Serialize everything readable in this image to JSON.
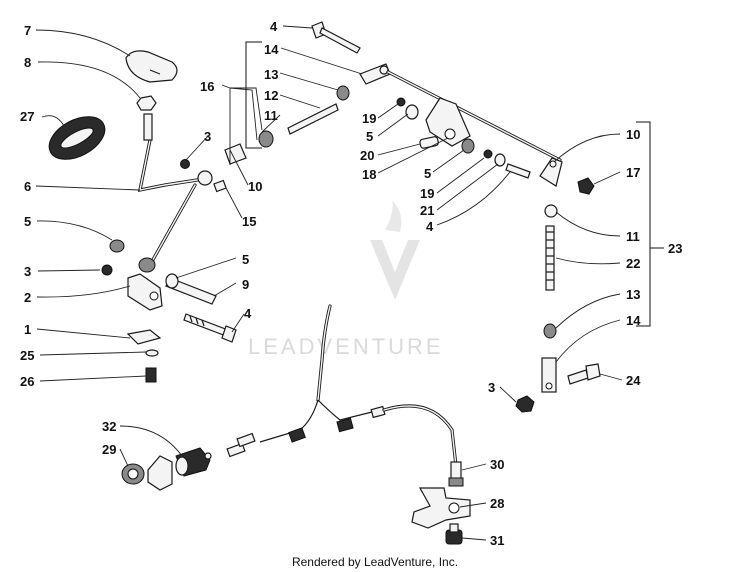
{
  "watermark": {
    "text": "LEADVENTURE"
  },
  "footer": {
    "text": "Rendered by LeadVenture, Inc."
  },
  "callouts": {
    "c7": "7",
    "c8": "8",
    "c27": "27",
    "c6": "6",
    "c5a": "5",
    "c3a": "3",
    "c2": "2",
    "c1": "1",
    "c25": "25",
    "c26": "26",
    "c16": "16",
    "c13a": "13",
    "c12": "12",
    "c11a": "11",
    "c3b": "3",
    "c10a": "10",
    "c15": "15",
    "c5b": "5",
    "c9": "9",
    "c4a": "4",
    "c4b": "4",
    "c14a": "14",
    "c19a": "19",
    "c5c": "5",
    "c20": "20",
    "c18": "18",
    "c5d": "5",
    "c19b": "19",
    "c21": "21",
    "c4c": "4",
    "c10b": "10",
    "c17": "17",
    "c11b": "11",
    "c23": "23",
    "c22": "22",
    "c13b": "13",
    "c14b": "14",
    "c3c": "3",
    "c24": "24",
    "c32": "32",
    "c29": "29",
    "c30": "30",
    "c28": "28",
    "c31": "31"
  }
}
